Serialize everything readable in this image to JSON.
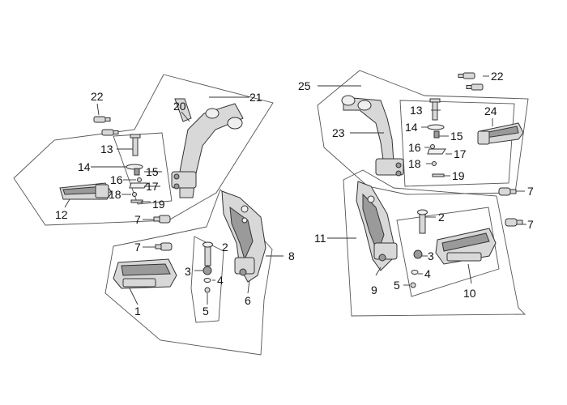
{
  "callouts": {
    "c1": "1",
    "c2a": "2",
    "c3a": "3",
    "c4a": "4",
    "c5a": "5",
    "c6": "6",
    "c7a": "7",
    "c7b": "7",
    "c8": "8",
    "c12": "12",
    "c13a": "13",
    "c14a": "14",
    "c15a": "15",
    "c16a": "16",
    "c17a": "17",
    "c18a": "18",
    "c19a": "19",
    "c20": "20",
    "c21": "21",
    "c22a": "22",
    "c2b": "2",
    "c3b": "3",
    "c4b": "4",
    "c5b": "5",
    "c7c": "7",
    "c7d": "7",
    "c9": "9",
    "c10": "10",
    "c11": "11",
    "c13b": "13",
    "c14b": "14",
    "c15b": "15",
    "c16b": "16",
    "c17b": "17",
    "c18b": "18",
    "c19b": "19",
    "c22b": "22",
    "c23": "23",
    "c24": "24",
    "c25": "25"
  },
  "colors": {
    "line": "#333333",
    "part_fill": "#d8d8d8",
    "part_dark": "#9a9a9a"
  }
}
